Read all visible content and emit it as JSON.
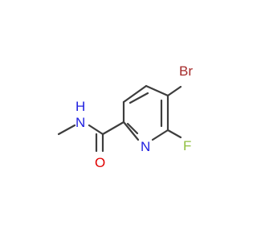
{
  "colors": {
    "bond": "#3d3d3d",
    "carbon": "#3d3d3d",
    "nitrogen": "#2020e0",
    "oxygen": "#e00000",
    "bromine": "#a52a2a",
    "fluorine": "#90c040"
  },
  "atoms": {
    "br": "Br",
    "f": "F",
    "n_ring": "N",
    "n_amide": "N",
    "h_amide": "H",
    "o": "O"
  }
}
